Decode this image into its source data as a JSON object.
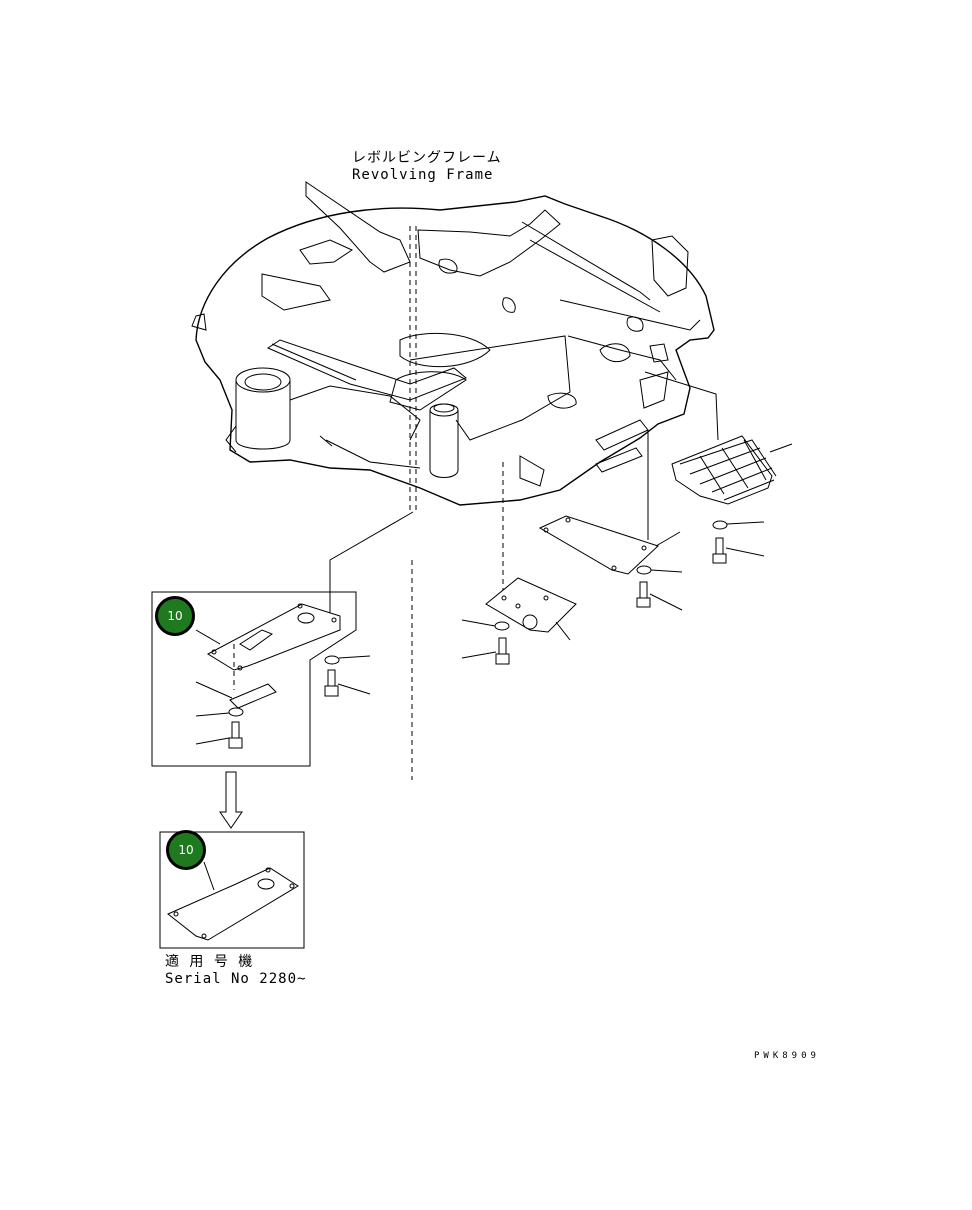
{
  "frame_label": {
    "jp": "レボルビングフレーム",
    "en": "Revolving Frame"
  },
  "callouts": {
    "upper_box_badge": "10",
    "lower_box_badge": "10"
  },
  "serial_note": {
    "jp": "適 用 号 機",
    "en": "Serial No 2280~"
  },
  "drawing_code": "PWK8909",
  "colors": {
    "badge_fill": "#1f7a1f",
    "line": "#000000",
    "background": "#ffffff"
  }
}
